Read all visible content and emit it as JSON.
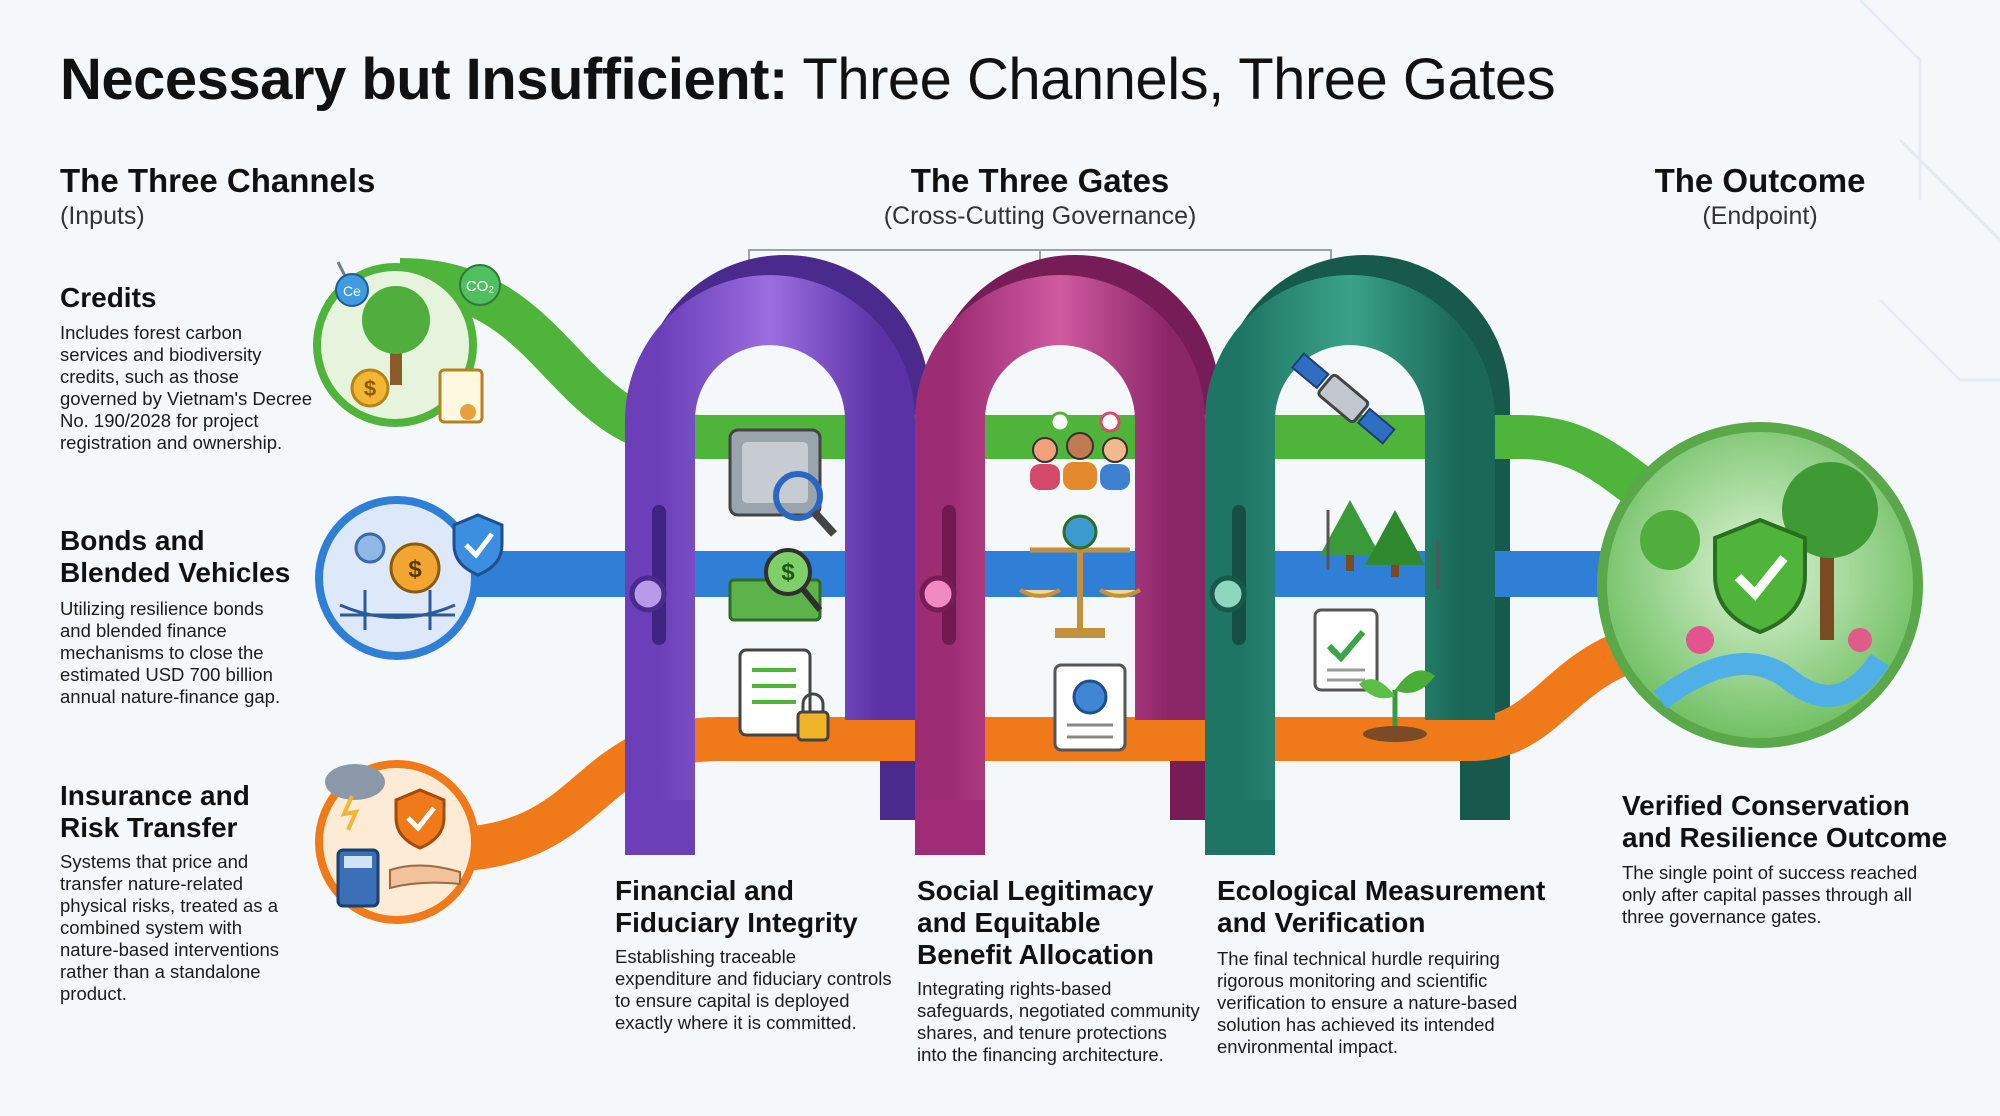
{
  "title": {
    "bold": "Necessary but Insufficient:",
    "regular": "Three Channels, Three Gates"
  },
  "columns": {
    "channels": {
      "heading": "The Three Channels",
      "sub": "(Inputs)"
    },
    "gates": {
      "heading": "The Three Gates",
      "sub": "(Cross-Cutting Governance)"
    },
    "outcome": {
      "heading": "The Outcome",
      "sub": "(Endpoint)"
    }
  },
  "channels": [
    {
      "title": "Credits",
      "body_lines": [
        "Includes forest carbon",
        "services and biodiversity",
        "credits, such as those",
        "governed by Vietnam's Decree",
        "No. 190/2028 for project",
        "registration and ownership."
      ],
      "icons": [
        "tree-icon",
        "coin-icon",
        "certificate-icon",
        "co2-molecule-icon"
      ],
      "badge_labels": [
        "Ce",
        "CO₂"
      ],
      "color": "#4fb53a"
    },
    {
      "title_lines": [
        "Bonds and",
        "Blended Vehicles"
      ],
      "body_lines": [
        "Utilizing resilience bonds",
        "and blended finance",
        "mechanisms to close the",
        "estimated USD 700 billion",
        "annual nature-finance gap."
      ],
      "icons": [
        "gear-dollar-icon",
        "bridge-icon",
        "shield-check-icon"
      ],
      "color": "#2f7fd6"
    },
    {
      "title_lines": [
        "Insurance and",
        "Risk Transfer"
      ],
      "body_lines": [
        "Systems that price and",
        "transfer nature-related",
        "physical risks, treated as a",
        "combined system with",
        "nature-based interventions",
        "rather than a standalone",
        "product."
      ],
      "icons": [
        "storm-cloud-icon",
        "shield-icon",
        "calculator-icon",
        "hand-icon"
      ],
      "color": "#f07a1a"
    }
  ],
  "gates": [
    {
      "title_lines": [
        "Financial and",
        "Fiduciary Integrity"
      ],
      "body_lines": [
        "Establishing traceable",
        "expenditure and fiduciary controls",
        "to ensure capital is deployed",
        "exactly where it is committed."
      ],
      "icons": [
        "safe-icon",
        "money-magnifier-icon",
        "ledger-lock-icon"
      ],
      "color": "#7a4cc9"
    },
    {
      "title_lines": [
        "Social Legitimacy",
        "and Equitable",
        "Benefit Allocation"
      ],
      "body_lines": [
        "Integrating rights-based",
        "safeguards, negotiated community",
        "shares, and tenure protections",
        "into the financing architecture."
      ],
      "icons": [
        "community-icon",
        "scales-icon",
        "document-globe-icon"
      ],
      "color": "#b23a86"
    },
    {
      "title_lines": [
        "Ecological Measurement",
        "and Verification"
      ],
      "body_lines": [
        "The final technical hurdle requiring",
        "rigorous monitoring and scientific",
        "verification to ensure a nature-based",
        "solution has achieved its intended",
        "environmental impact."
      ],
      "icons": [
        "satellite-icon",
        "forest-sensor-icon",
        "checklist-icon",
        "sprout-icon"
      ],
      "color": "#2a8a74"
    }
  ],
  "outcome": {
    "title_lines": [
      "Verified Conservation",
      "and Resilience Outcome"
    ],
    "body_lines": [
      "The single point of success reached",
      "only after capital passes through all",
      "three governance gates."
    ],
    "icons": [
      "shield-check-icon",
      "forest-river-icon"
    ]
  }
}
